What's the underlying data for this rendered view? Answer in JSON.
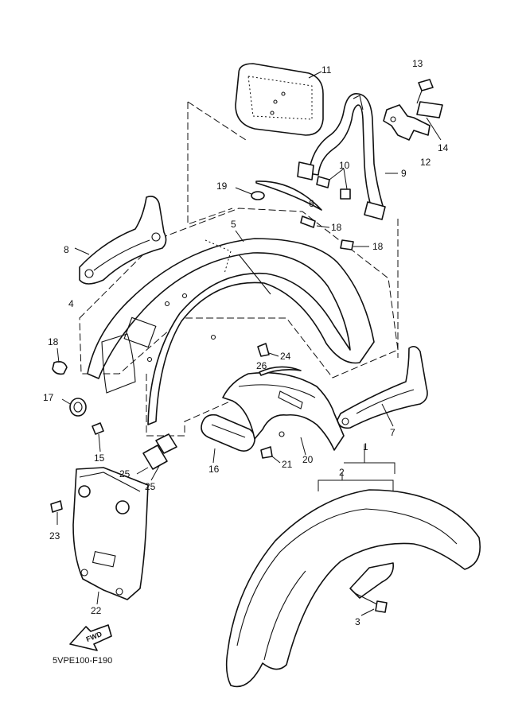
{
  "diagram": {
    "figure_code": "5VPE100-F190",
    "fwd_label": "FWD",
    "callouts": [
      "1",
      "2",
      "3",
      "4",
      "5",
      "6",
      "7",
      "8",
      "9",
      "10",
      "11",
      "12",
      "13",
      "14",
      "15",
      "16",
      "17",
      "18",
      "18",
      "18",
      "19",
      "20",
      "21",
      "22",
      "23",
      "24",
      "25",
      "25",
      "26"
    ]
  },
  "colors": {
    "line": "#111111",
    "background": "#ffffff"
  }
}
